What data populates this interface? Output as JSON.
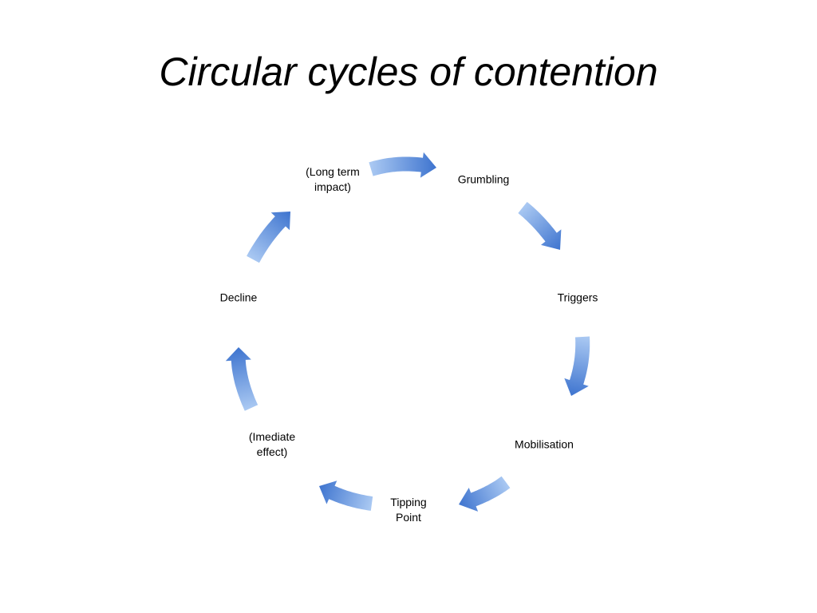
{
  "slide": {
    "title": "Circular cycles of contention"
  },
  "cycle": {
    "arrow_color_light": "#a9c8f2",
    "arrow_color_dark": "#3e74cf",
    "nodes": [
      {
        "id": "long-term-impact",
        "label": "(Long term\nimpact)"
      },
      {
        "id": "grumbling",
        "label": "Grumbling"
      },
      {
        "id": "triggers",
        "label": "Triggers"
      },
      {
        "id": "mobilisation",
        "label": "Mobilisation"
      },
      {
        "id": "tipping-point",
        "label": "Tipping\nPoint"
      },
      {
        "id": "imediate-effect",
        "label": "(Imediate\neffect)"
      },
      {
        "id": "decline",
        "label": "Decline"
      }
    ]
  }
}
